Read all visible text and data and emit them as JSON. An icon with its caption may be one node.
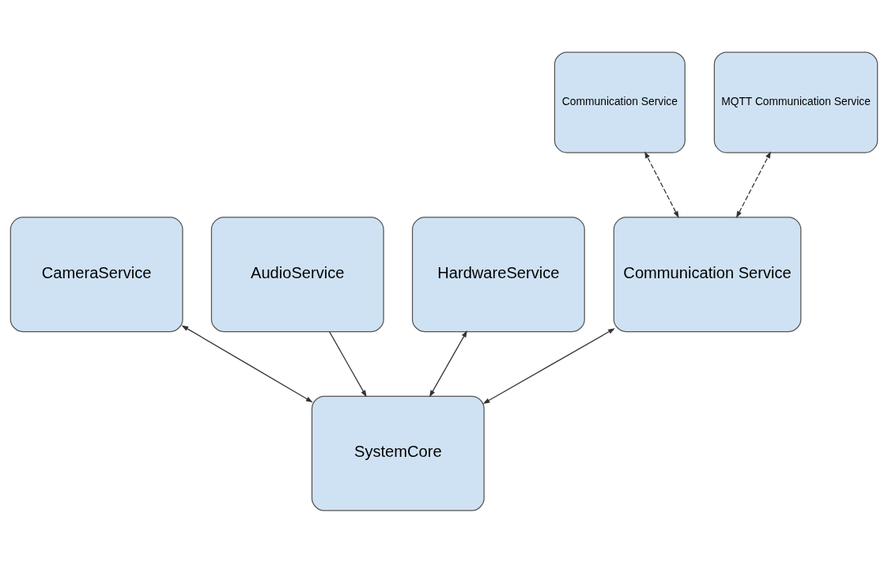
{
  "diagram": {
    "nodes": [
      {
        "text": [
          "Communication Service"
        ]
      },
      {
        "text": [
          "MQTT Communication Service"
        ]
      },
      {
        "text": [
          "CameraService"
        ]
      },
      {
        "text": [
          "AudioService"
        ]
      },
      {
        "text": [
          "HardwareService"
        ]
      },
      {
        "text": [
          "Communication Service"
        ]
      },
      {
        "text": [
          "SystemCore"
        ]
      }
    ],
    "edges": [
      {
        "from": 6,
        "to": 2,
        "arrow": "both"
      },
      {
        "from": 3,
        "to": 6,
        "arrow": "to"
      },
      {
        "from": 6,
        "to": 4,
        "arrow": "both"
      },
      {
        "from": 6,
        "to": 5,
        "arrow": "both"
      },
      {
        "from": 5,
        "to": 0,
        "arrow": "both",
        "style": "dashed"
      },
      {
        "from": 5,
        "to": 1,
        "arrow": "both",
        "style": "dashed"
      }
    ]
  }
}
